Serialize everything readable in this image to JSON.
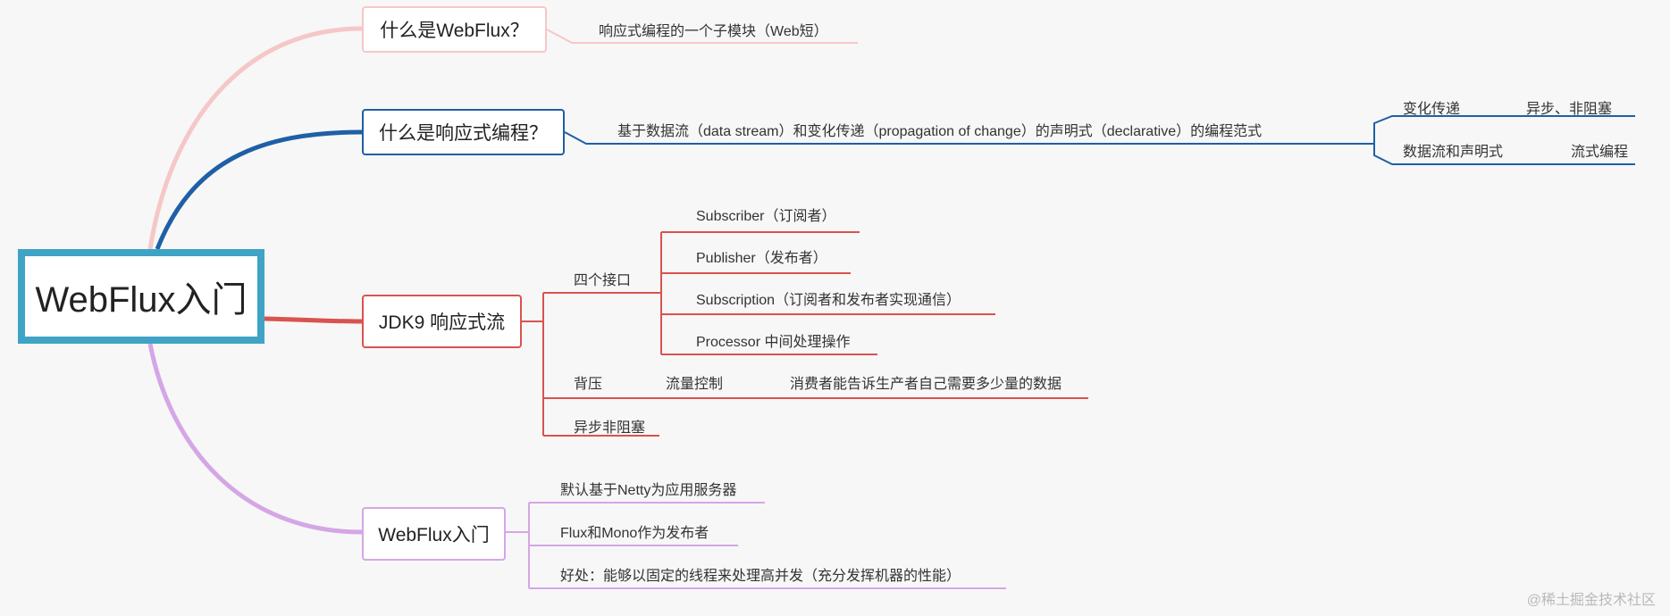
{
  "root": {
    "label": "WebFlux入门"
  },
  "colors": {
    "root_border": "#3fa3c6",
    "pink": "#f6c7c7",
    "blue": "#1f5fa6",
    "red": "#d9534f",
    "purple": "#d5a6e6"
  },
  "topics": {
    "what_is_webflux": {
      "label": "什么是WebFlux？",
      "detail": "响应式编程的一个子模块（Web短）"
    },
    "what_is_reactive": {
      "label": "什么是响应式编程？",
      "detail": "基于数据流（data stream）和变化传递（propagation of change）的声明式（declarative）的编程范式",
      "branches": [
        {
          "label": "变化传递",
          "detail": "异步、非阻塞"
        },
        {
          "label": "数据流和声明式",
          "detail": "流式编程"
        }
      ]
    },
    "jdk9": {
      "label": "JDK9 响应式流",
      "four_interfaces": {
        "label": "四个接口",
        "items": [
          "Subscriber（订阅者）",
          "Publisher（发布者）",
          "Subscription（订阅者和发布者实现通信）",
          "Processor 中间处理操作"
        ]
      },
      "backpressure": {
        "label": "背压",
        "flow_control": "流量控制",
        "detail": "消费者能告诉生产者自己需要多少量的数据"
      },
      "async": "异步非阻塞"
    },
    "webflux_intro": {
      "label": "WebFlux入门",
      "items": [
        "默认基于Netty为应用服务器",
        "Flux和Mono作为发布者",
        "好处：能够以固定的线程来处理高并发（充分发挥机器的性能）"
      ]
    }
  },
  "watermark": "@稀土掘金技术社区"
}
